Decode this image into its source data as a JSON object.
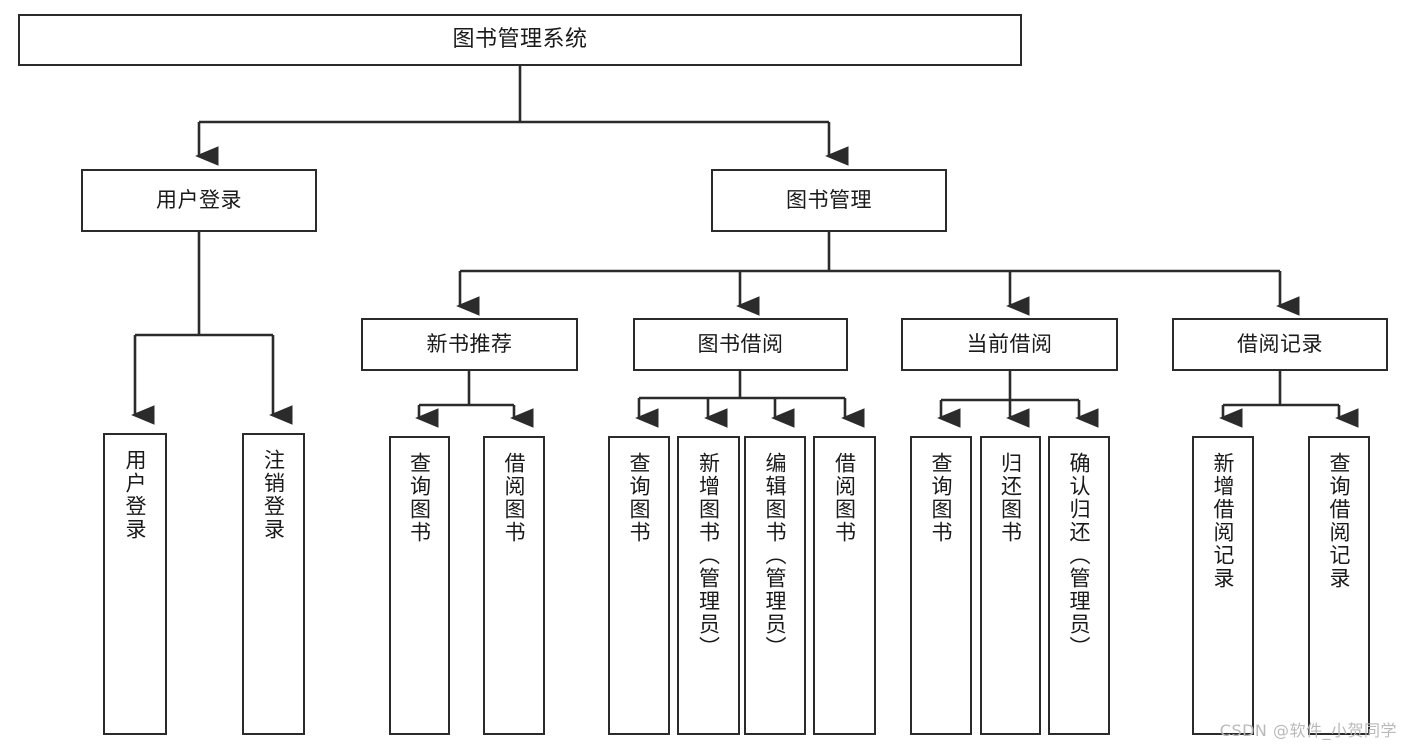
{
  "diagram": {
    "title": "图书管理系统",
    "watermark": "CSDN @软件_小贺同学",
    "stroke_color": "#2b2b2b",
    "background_color": "#ffffff",
    "text_color": "#1a1a1a",
    "watermark_color": "#b9b9b9"
  },
  "nodes": {
    "root": {
      "label": "图书管理系统"
    },
    "level2": [
      {
        "label": "用户登录"
      },
      {
        "label": "图书管理"
      }
    ],
    "level3": [
      {
        "label": "新书推荐"
      },
      {
        "label": "图书借阅"
      },
      {
        "label": "当前借阅"
      },
      {
        "label": "借阅记录"
      }
    ],
    "leaves": {
      "user_login": [
        {
          "label": "用户登录"
        },
        {
          "label": "注销登录"
        }
      ],
      "new_book_recommend": [
        {
          "label": "查询图书"
        },
        {
          "label": "借阅图书"
        }
      ],
      "book_borrow": [
        {
          "label": "查询图书"
        },
        {
          "label": "新增图书（管理员）"
        },
        {
          "label": "编辑图书（管理员）"
        },
        {
          "label": "借阅图书"
        }
      ],
      "current_borrow": [
        {
          "label": "查询图书"
        },
        {
          "label": "归还图书"
        },
        {
          "label": "确认归还（管理员）"
        }
      ],
      "borrow_record": [
        {
          "label": "新增借阅记录"
        },
        {
          "label": "查询借阅记录"
        }
      ]
    }
  }
}
